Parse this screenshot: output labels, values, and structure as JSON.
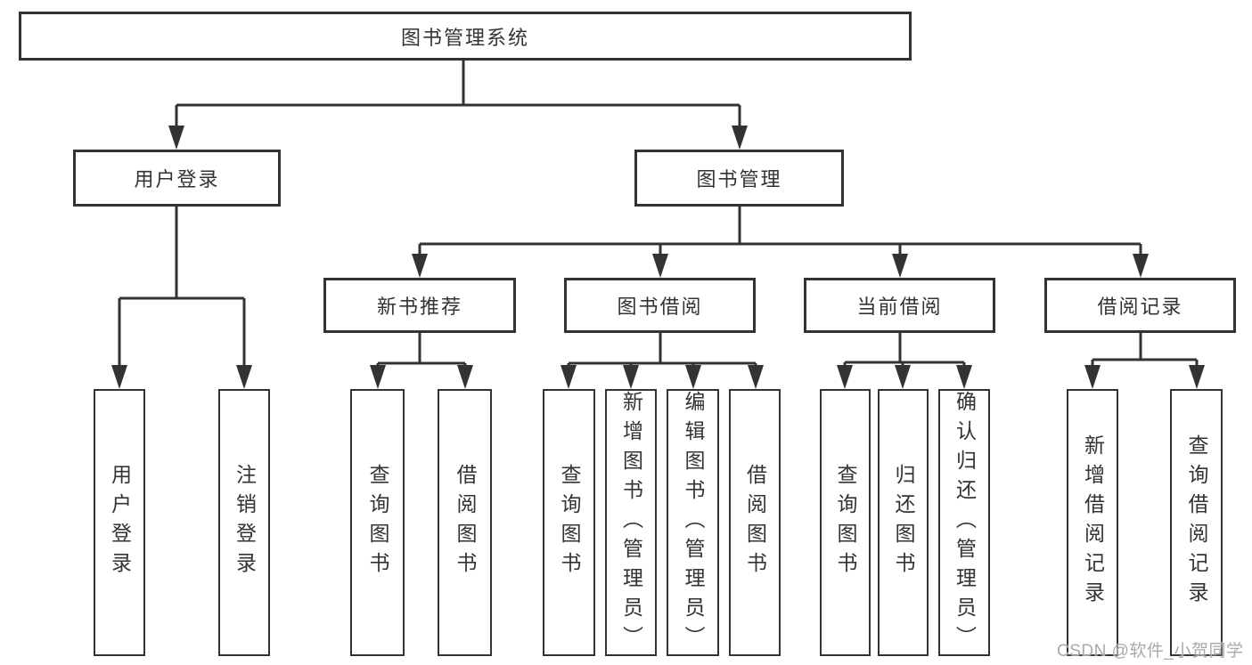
{
  "diagram": {
    "type": "hierarchy",
    "root": {
      "label": "图书管理系统"
    },
    "branches": [
      {
        "label": "用户登录",
        "children": [
          {
            "label": "用户登录"
          },
          {
            "label": "注销登录"
          }
        ]
      },
      {
        "label": "图书管理",
        "children": [
          {
            "label": "新书推荐",
            "children": [
              {
                "label": "查询图书"
              },
              {
                "label": "借阅图书"
              }
            ]
          },
          {
            "label": "图书借阅",
            "children": [
              {
                "label": "查询图书"
              },
              {
                "label": "新增图书（管理员）"
              },
              {
                "label": "编辑图书（管理员）"
              },
              {
                "label": "借阅图书"
              }
            ]
          },
          {
            "label": "当前借阅",
            "children": [
              {
                "label": "查询图书"
              },
              {
                "label": "归还图书"
              },
              {
                "label": "确认归还（管理员）"
              }
            ]
          },
          {
            "label": "借阅记录",
            "children": [
              {
                "label": "新增借阅记录"
              },
              {
                "label": "查询借阅记录"
              }
            ]
          }
        ]
      }
    ]
  },
  "watermark": {
    "text": "CSDN @软件_小贺同学"
  },
  "colors": {
    "line": "#333333",
    "text": "#333333",
    "background": "#ffffff",
    "watermark": "#a9a9a9"
  }
}
